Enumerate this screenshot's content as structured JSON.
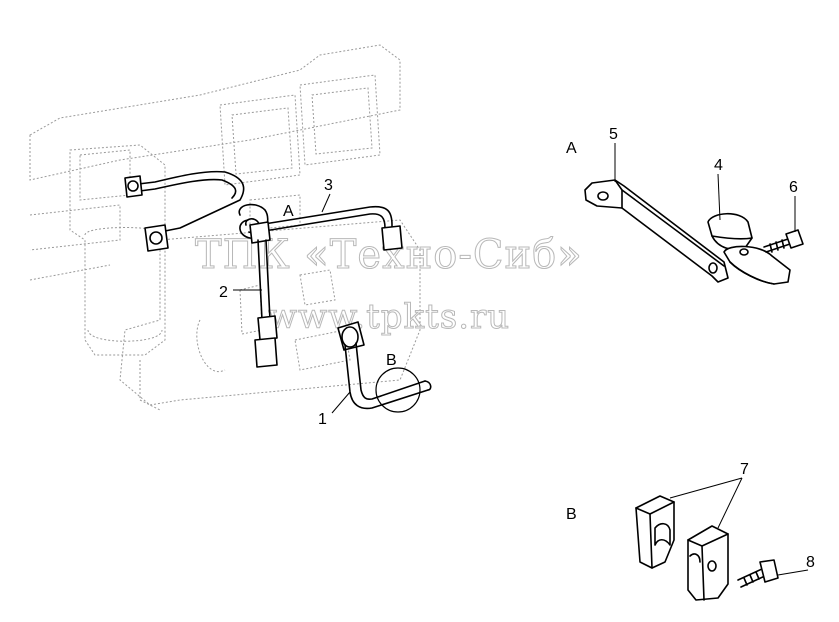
{
  "labels": {
    "view_a_main": "A",
    "view_b_main": "B",
    "view_a_detail": "A",
    "view_b_detail": "B",
    "part_1": "1",
    "part_2": "2",
    "part_3": "3",
    "part_4": "4",
    "part_5": "5",
    "part_6": "6",
    "part_7": "7",
    "part_8": "8"
  },
  "watermark": {
    "line1": "ТПК «Техно-Сиб»",
    "line2": "www.tpkts.ru"
  }
}
